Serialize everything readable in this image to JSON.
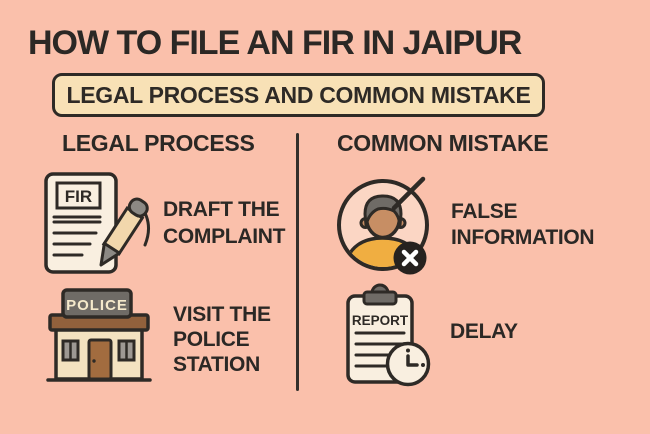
{
  "header": {
    "title": "HOW TO FILE AN FIR IN JAIPUR",
    "subtitle": "LEGAL PROCESS AND COMMON MISTAKE"
  },
  "columns": [
    {
      "heading": "LEGAL PROCESS",
      "items": [
        {
          "icon": "fir-document-icon",
          "icon_text": "FIR",
          "label_lines": [
            "DRAFT THE",
            "COMPLAINT"
          ]
        },
        {
          "icon": "police-station-icon",
          "icon_text": "POLICE",
          "label_lines": [
            "VISIT THE",
            "POLICE",
            "STATION"
          ]
        }
      ]
    },
    {
      "heading": "COMMON MISTAKE",
      "items": [
        {
          "icon": "false-information-person-icon",
          "label_lines": [
            "FALSE",
            "INFORMATION"
          ]
        },
        {
          "icon": "report-clock-icon",
          "icon_text": "REPORT",
          "label_lines": [
            "DELAY"
          ]
        }
      ]
    }
  ],
  "colors": {
    "background": "#FAC0AB",
    "ink": "#2E2A26",
    "banner_fill": "#F8E1B6",
    "paper_cream": "#F9EFE0",
    "building_cream": "#F3E2C0",
    "roof_brown": "#92613C",
    "door_brown": "#A26C3F",
    "sign_gray": "#6F6B66",
    "window_gray": "#9D9893",
    "pencil_tan": "#F2D7AC",
    "pencil_gray": "#8C8984",
    "hair_gray": "#6F6B66",
    "skin_tan": "#C78E64",
    "shirt_yellow": "#F0AE41",
    "circle_inner_pink": "#FBD6C4",
    "badge_black": "#26221F"
  }
}
